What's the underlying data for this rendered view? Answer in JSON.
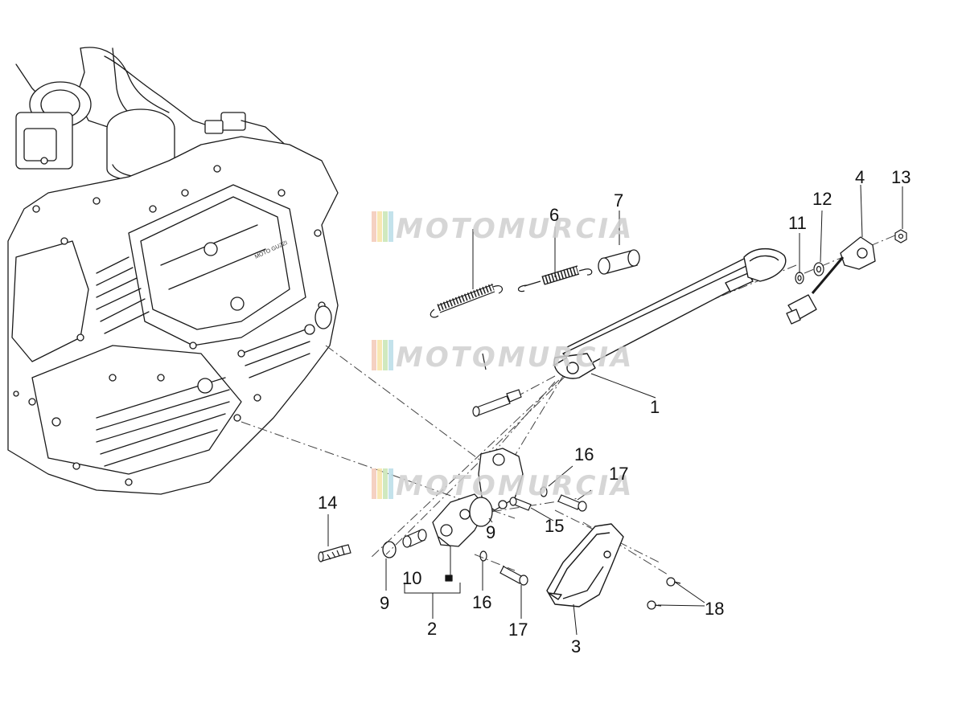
{
  "watermark": {
    "text": "MOTOMURCIA",
    "stripe_colors": [
      "#f4c9b8",
      "#f7e3a6",
      "#c8e6b5",
      "#b9dde8"
    ],
    "text_color": "#cfcfcf"
  },
  "callouts": [
    {
      "id": "1",
      "label": "1"
    },
    {
      "id": "2",
      "label": "2"
    },
    {
      "id": "3",
      "label": "3"
    },
    {
      "id": "4",
      "label": "4"
    },
    {
      "id": "6",
      "label": "6"
    },
    {
      "id": "7",
      "label": "7"
    },
    {
      "id": "9a",
      "label": "9"
    },
    {
      "id": "9b",
      "label": "9"
    },
    {
      "id": "10",
      "label": "10"
    },
    {
      "id": "11",
      "label": "11"
    },
    {
      "id": "12",
      "label": "12"
    },
    {
      "id": "13",
      "label": "13"
    },
    {
      "id": "14",
      "label": "14"
    },
    {
      "id": "15",
      "label": "15"
    },
    {
      "id": "16a",
      "label": "16"
    },
    {
      "id": "16b",
      "label": "16"
    },
    {
      "id": "17a",
      "label": "17"
    },
    {
      "id": "17b",
      "label": "17"
    },
    {
      "id": "18",
      "label": "18"
    }
  ]
}
